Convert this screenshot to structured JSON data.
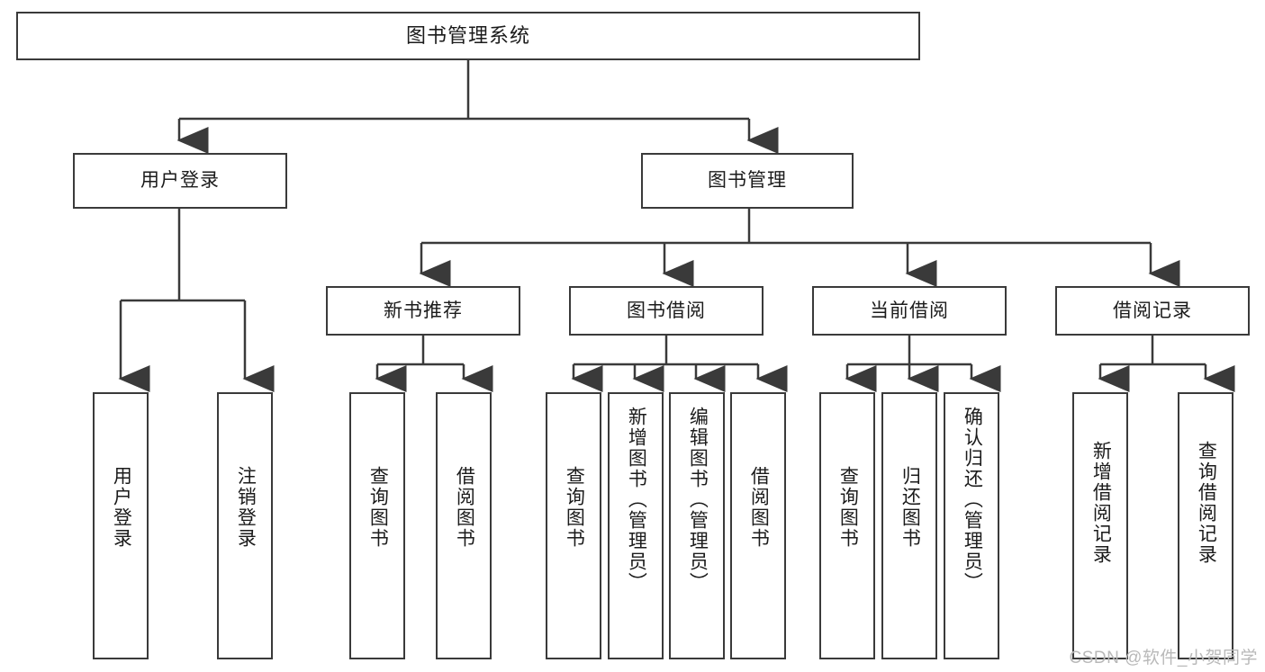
{
  "diagram": {
    "title": "图书管理系统",
    "type": "tree-hierarchy",
    "root": {
      "label": "图书管理系统"
    },
    "level2": [
      {
        "id": "user-login",
        "label": "用户登录"
      },
      {
        "id": "book-manage",
        "label": "图书管理"
      }
    ],
    "level3": [
      {
        "id": "new-book-recommend",
        "label": "新书推荐",
        "parent": "book-manage"
      },
      {
        "id": "book-borrow",
        "label": "图书借阅",
        "parent": "book-manage"
      },
      {
        "id": "current-borrow",
        "label": "当前借阅",
        "parent": "book-manage"
      },
      {
        "id": "borrow-record",
        "label": "借阅记录",
        "parent": "book-manage"
      }
    ],
    "leaves": [
      {
        "id": "leaf-user-login",
        "label": "用户登录",
        "parent": "user-login"
      },
      {
        "id": "leaf-user-logout",
        "label": "注销登录",
        "parent": "user-login"
      },
      {
        "id": "leaf-query-book-1",
        "label": "查询图书",
        "parent": "new-book-recommend"
      },
      {
        "id": "leaf-borrow-book-1",
        "label": "借阅图书",
        "parent": "new-book-recommend"
      },
      {
        "id": "leaf-query-book-2",
        "label": "查询图书",
        "parent": "book-borrow"
      },
      {
        "id": "leaf-add-book",
        "label": "新增图书（管理员）",
        "parent": "book-borrow"
      },
      {
        "id": "leaf-edit-book",
        "label": "编辑图书（管理员）",
        "parent": "book-borrow"
      },
      {
        "id": "leaf-borrow-book-2",
        "label": "借阅图书",
        "parent": "book-borrow"
      },
      {
        "id": "leaf-query-book-3",
        "label": "查询图书",
        "parent": "current-borrow"
      },
      {
        "id": "leaf-return-book",
        "label": "归还图书",
        "parent": "current-borrow"
      },
      {
        "id": "leaf-confirm-return",
        "label": "确认归还（管理员）",
        "parent": "current-borrow"
      },
      {
        "id": "leaf-add-record",
        "label": "新增借阅记录",
        "parent": "borrow-record"
      },
      {
        "id": "leaf-query-record",
        "label": "查询借阅记录",
        "parent": "borrow-record"
      }
    ]
  },
  "watermark": {
    "text": "CSDN @软件_小贺同学"
  },
  "colors": {
    "stroke": "#3a3a3a",
    "text": "#1b1b1b",
    "background": "#ffffff",
    "watermark": "#b9b9b9"
  }
}
